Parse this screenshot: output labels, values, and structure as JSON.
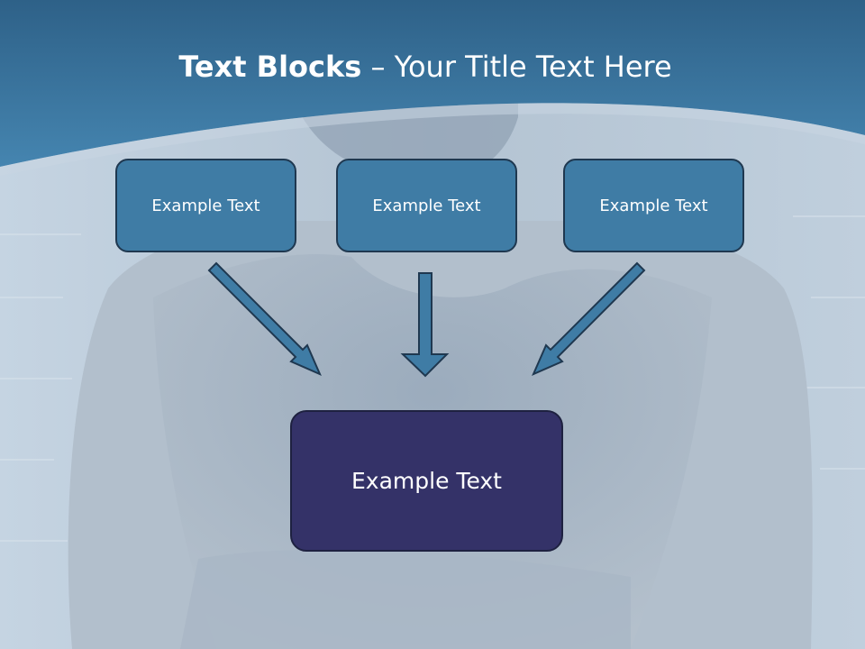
{
  "title": {
    "bold": "Text Blocks",
    "rest": " – Your Title Text Here"
  },
  "boxes": {
    "top_left": "Example Text",
    "top_center": "Example Text",
    "top_right": "Example Text",
    "bottom": "Example Text"
  },
  "colors": {
    "header": "#3a78a3",
    "box_fill": "#3f7ca5",
    "bottom_box_fill": "#343268",
    "arrow_fill": "#3f7ca5"
  }
}
